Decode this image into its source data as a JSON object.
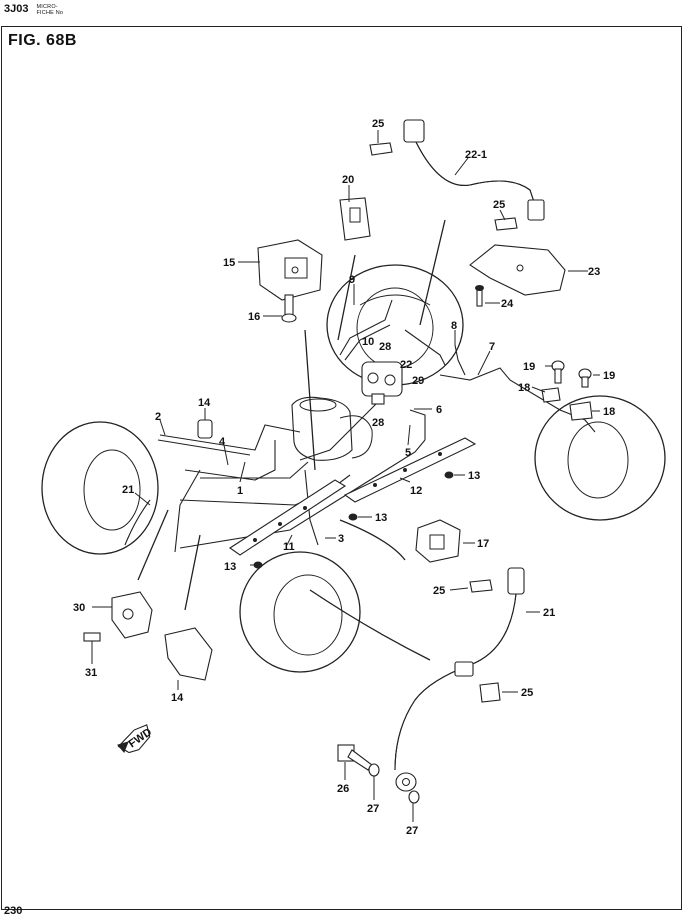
{
  "header": {
    "code": "3J03",
    "micro_line1": "MICRO-",
    "micro_line2": "FICHE No"
  },
  "figure_title": "FIG. 68B",
  "page_number": "230",
  "direction_arrow": "FWD",
  "callouts": [
    {
      "id": "c-25a",
      "text": "25"
    },
    {
      "id": "c-22-1",
      "text": "22-1"
    },
    {
      "id": "c-20",
      "text": "20"
    },
    {
      "id": "c-25b",
      "text": "25"
    },
    {
      "id": "c-15",
      "text": "15"
    },
    {
      "id": "c-23",
      "text": "23"
    },
    {
      "id": "c-9",
      "text": "9"
    },
    {
      "id": "c-24",
      "text": "24"
    },
    {
      "id": "c-16",
      "text": "16"
    },
    {
      "id": "c-8",
      "text": "8"
    },
    {
      "id": "c-10",
      "text": "10"
    },
    {
      "id": "c-28a",
      "text": "28"
    },
    {
      "id": "c-22",
      "text": "22"
    },
    {
      "id": "c-7",
      "text": "7"
    },
    {
      "id": "c-29",
      "text": "29"
    },
    {
      "id": "c-19a",
      "text": "19"
    },
    {
      "id": "c-19b",
      "text": "19"
    },
    {
      "id": "c-18a",
      "text": "18"
    },
    {
      "id": "c-18b",
      "text": "18"
    },
    {
      "id": "c-14a",
      "text": "14"
    },
    {
      "id": "c-6",
      "text": "6"
    },
    {
      "id": "c-2",
      "text": "2"
    },
    {
      "id": "c-28b",
      "text": "28"
    },
    {
      "id": "c-4",
      "text": "4"
    },
    {
      "id": "c-5",
      "text": "5"
    },
    {
      "id": "c-13a",
      "text": "13"
    },
    {
      "id": "c-1",
      "text": "1"
    },
    {
      "id": "c-12",
      "text": "12"
    },
    {
      "id": "c-21a",
      "text": "21"
    },
    {
      "id": "c-13b",
      "text": "13"
    },
    {
      "id": "c-3",
      "text": "3"
    },
    {
      "id": "c-11",
      "text": "11"
    },
    {
      "id": "c-17",
      "text": "17"
    },
    {
      "id": "c-13c",
      "text": "13"
    },
    {
      "id": "c-25c",
      "text": "25"
    },
    {
      "id": "c-21b",
      "text": "21"
    },
    {
      "id": "c-30",
      "text": "30"
    },
    {
      "id": "c-31",
      "text": "31"
    },
    {
      "id": "c-14b",
      "text": "14"
    },
    {
      "id": "c-25d",
      "text": "25"
    },
    {
      "id": "c-26",
      "text": "26"
    },
    {
      "id": "c-27a",
      "text": "27"
    },
    {
      "id": "c-27b",
      "text": "27"
    }
  ]
}
